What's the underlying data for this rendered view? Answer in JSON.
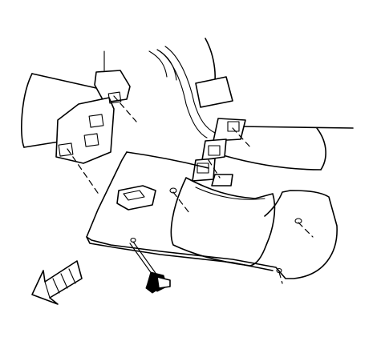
{
  "diagram": {
    "parts": [
      {
        "id": "dash-structure",
        "icon": "dashboard-structure-icon"
      },
      {
        "id": "steering-column-opening",
        "icon": "column-opening-icon"
      },
      {
        "id": "left-bracket",
        "icon": "mounting-bracket-icon"
      },
      {
        "id": "right-bracket",
        "icon": "mounting-bracket-icon"
      },
      {
        "id": "knee-bolster-panel",
        "icon": "trim-panel-icon"
      },
      {
        "id": "retaining-screw",
        "icon": "screw-icon"
      },
      {
        "id": "front-direction-arrow",
        "icon": "arrow-icon"
      }
    ],
    "colors": {
      "line": "#000000",
      "background": "#ffffff"
    }
  }
}
